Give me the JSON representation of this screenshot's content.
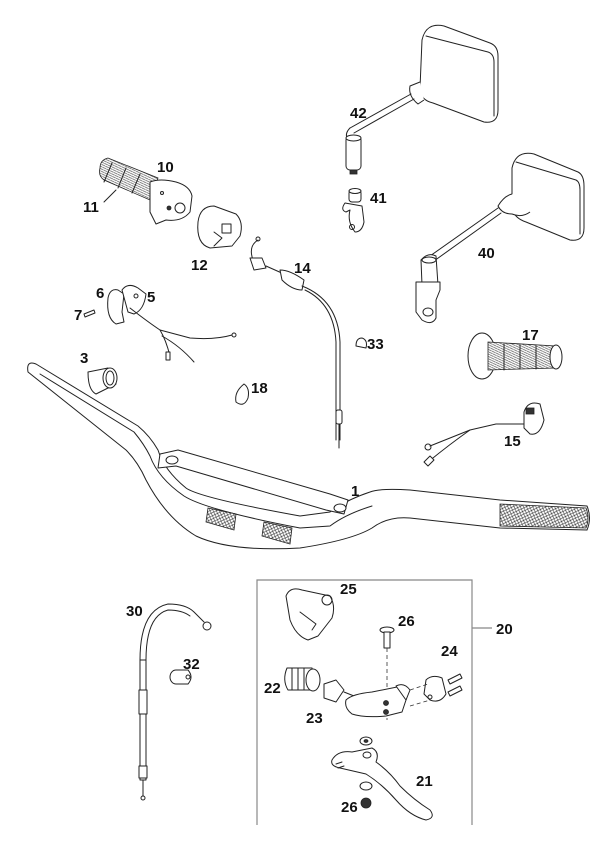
{
  "diagram": {
    "title": "Handlebar, controls and mirrors – exploded parts view",
    "callouts": [
      {
        "id": "c1",
        "number": "1"
      },
      {
        "id": "c3",
        "number": "3"
      },
      {
        "id": "c5",
        "number": "5"
      },
      {
        "id": "c6",
        "number": "6"
      },
      {
        "id": "c7",
        "number": "7"
      },
      {
        "id": "c10",
        "number": "10"
      },
      {
        "id": "c11",
        "number": "11"
      },
      {
        "id": "c12",
        "number": "12"
      },
      {
        "id": "c14",
        "number": "14"
      },
      {
        "id": "c15",
        "number": "15"
      },
      {
        "id": "c17",
        "number": "17"
      },
      {
        "id": "c18",
        "number": "18"
      },
      {
        "id": "c20",
        "number": "20"
      },
      {
        "id": "c21",
        "number": "21"
      },
      {
        "id": "c22",
        "number": "22"
      },
      {
        "id": "c23",
        "number": "23"
      },
      {
        "id": "c24",
        "number": "24"
      },
      {
        "id": "c25",
        "number": "25"
      },
      {
        "id": "c26a",
        "number": "26"
      },
      {
        "id": "c26b",
        "number": "26"
      },
      {
        "id": "c30",
        "number": "30"
      },
      {
        "id": "c32",
        "number": "32"
      },
      {
        "id": "c33",
        "number": "33"
      },
      {
        "id": "c40",
        "number": "40"
      },
      {
        "id": "c41",
        "number": "41"
      },
      {
        "id": "c42",
        "number": "42"
      }
    ],
    "parts": {
      "handlebar": "1",
      "handlebar_pad": "3",
      "kill_switch": "5",
      "switch_clamp": "6",
      "screw": "7",
      "throttle_housing": "10",
      "throttle_grip": "11",
      "throttle_cover": "12",
      "throttle_cable": "14",
      "switch_right": "15",
      "grip": "17",
      "wire_clip": "18",
      "clutch_lever_assembly": "20",
      "lever": "21",
      "boot": "22",
      "adjuster": "23",
      "clamp_screw": "24",
      "lever_guard": "25",
      "pivot_bolt_nut": "26",
      "clutch_cable": "30",
      "cable_clamp": "32",
      "cable_cap": "33",
      "mirror_right": "40",
      "mirror_clamp": "41",
      "mirror_left": "42"
    }
  }
}
